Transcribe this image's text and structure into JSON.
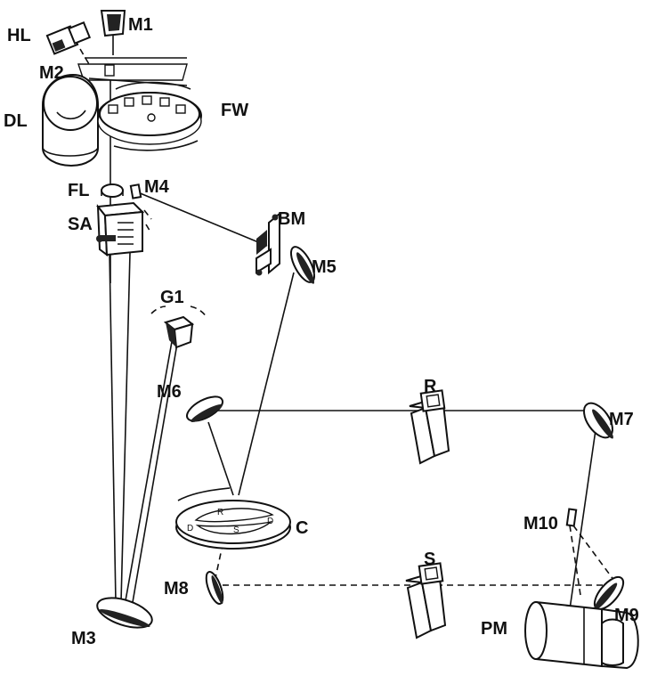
{
  "diagram": {
    "labels": {
      "HL": "HL",
      "M1": "M1",
      "M2": "M2",
      "DL": "DL",
      "FW": "FW",
      "FL": "FL",
      "M4": "M4",
      "SA": "SA",
      "BM": "BM",
      "M5": "M5",
      "G1": "G1",
      "M6": "M6",
      "R": "R",
      "M7": "M7",
      "M3": "M3",
      "C": "C",
      "M10": "M10",
      "M8": "M8",
      "S": "S",
      "M9": "M9",
      "PM": "PM"
    },
    "chopper_segments": {
      "R": "R",
      "S": "S",
      "D_left": "D",
      "D_right": "D"
    }
  }
}
